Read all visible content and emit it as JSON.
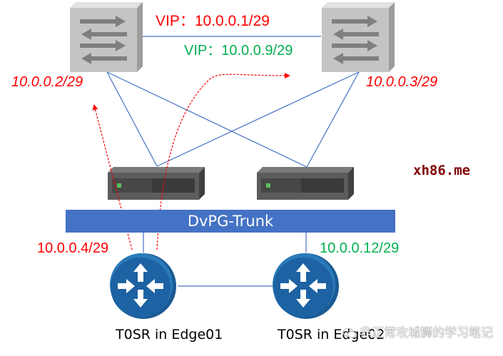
{
  "diagram": {
    "title": "T0 SR VIP topology over DvPG-Trunk",
    "colors": {
      "link": "#4472c4",
      "path": "#ff0000",
      "red_text": "#ff0000",
      "green_text": "#00b050",
      "router_fill": "#1e64a5",
      "switch_fill": "#c8c8c8",
      "server_fill": "#5a5a5a",
      "brand": "#7f0000"
    },
    "switches": [
      {
        "id": "switch-left",
        "icon": "layer3-switch-icon",
        "ip": "10.0.0.2/29"
      },
      {
        "id": "switch-right",
        "icon": "layer3-switch-icon",
        "ip": "10.0.0.3/29"
      }
    ],
    "vips": {
      "red": "VIP：10.0.0.1/29",
      "green": "VIP：10.0.0.9/29"
    },
    "servers": [
      {
        "id": "host-left",
        "icon": "server-host-icon"
      },
      {
        "id": "host-right",
        "icon": "server-host-icon"
      }
    ],
    "trunk": {
      "label": "DvPG-Trunk"
    },
    "routers": [
      {
        "id": "edge01",
        "icon": "router-icon",
        "name": "T0SR in Edge01",
        "ip": "10.0.0.4/29"
      },
      {
        "id": "edge02",
        "icon": "router-icon",
        "name": "T0SR in Edge02",
        "ip": "10.0.0.12/29"
      }
    ],
    "brand": "xh86.me",
    "watermark": {
      "icon": "wechat-icon",
      "text": "非正常攻城狮的学习笔记"
    }
  }
}
